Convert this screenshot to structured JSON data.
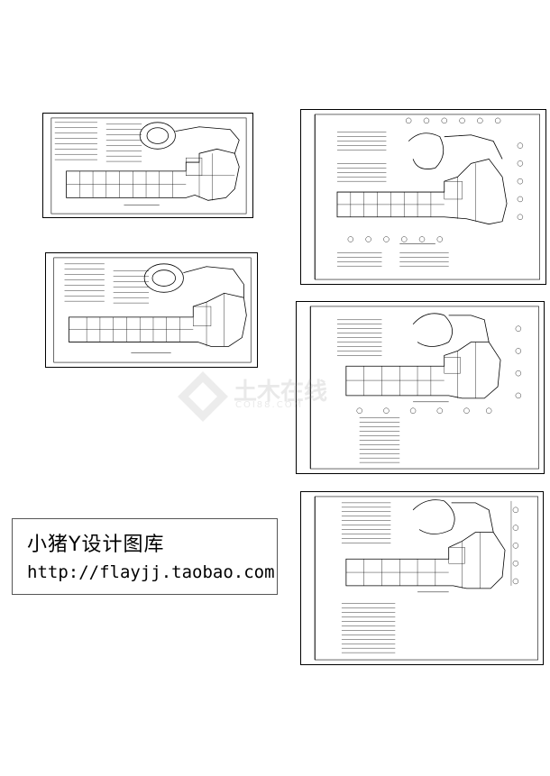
{
  "credit": {
    "title": "小猪Y设计图库",
    "url": "http://flayjj.taobao.com"
  },
  "watermark": {
    "text": "土木在线",
    "sub": "COI88.COM"
  }
}
